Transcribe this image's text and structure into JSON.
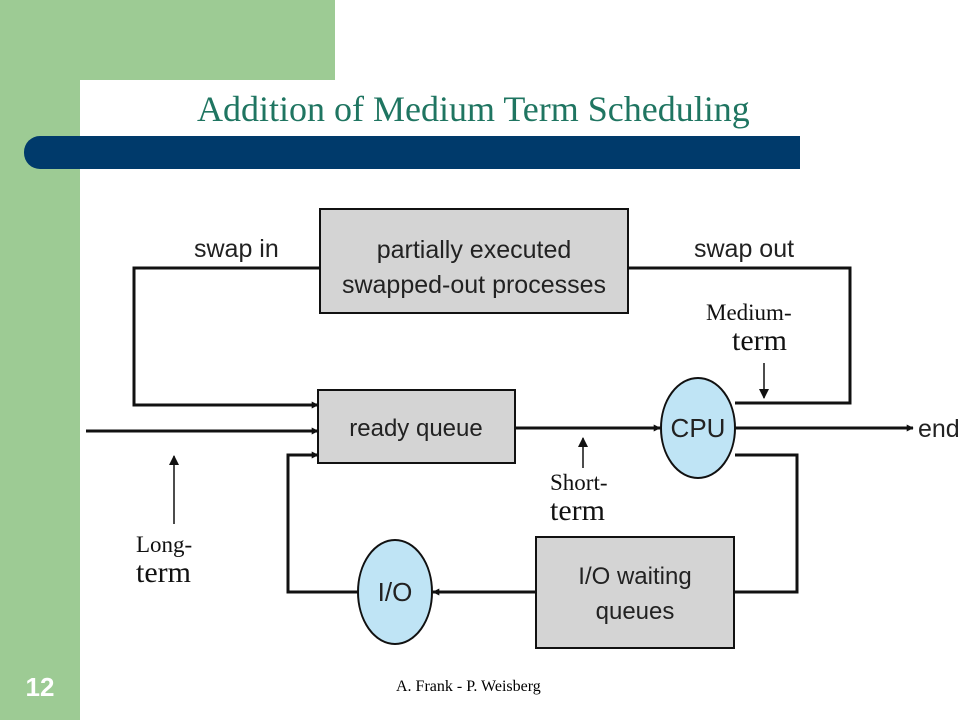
{
  "slide": {
    "title": "Addition of Medium Term Scheduling",
    "page_number": "12",
    "footer": "A. Frank - P. Weisberg",
    "accent_green": "#9dcb94",
    "accent_blue": "#003a6b",
    "title_color": "#1f7561"
  },
  "diagram": {
    "edges": {
      "swap_in": "swap in",
      "swap_out": "swap out",
      "end": "end"
    },
    "nodes": {
      "swapped_out_line1": "partially executed",
      "swapped_out_line2": "swapped-out processes",
      "ready_queue": "ready queue",
      "cpu": "CPU",
      "io": "I/O",
      "io_waiting_line1": "I/O waiting",
      "io_waiting_line2": "queues"
    },
    "annotations": {
      "medium_line1": "Medium-",
      "medium_line2": "term",
      "short_line1": "Short-",
      "short_line2": "term",
      "long_line1": "Long-",
      "long_line2": "term"
    },
    "colors": {
      "box_fill": "#d4d4d4",
      "circle_fill": "#bfe4f5"
    }
  }
}
